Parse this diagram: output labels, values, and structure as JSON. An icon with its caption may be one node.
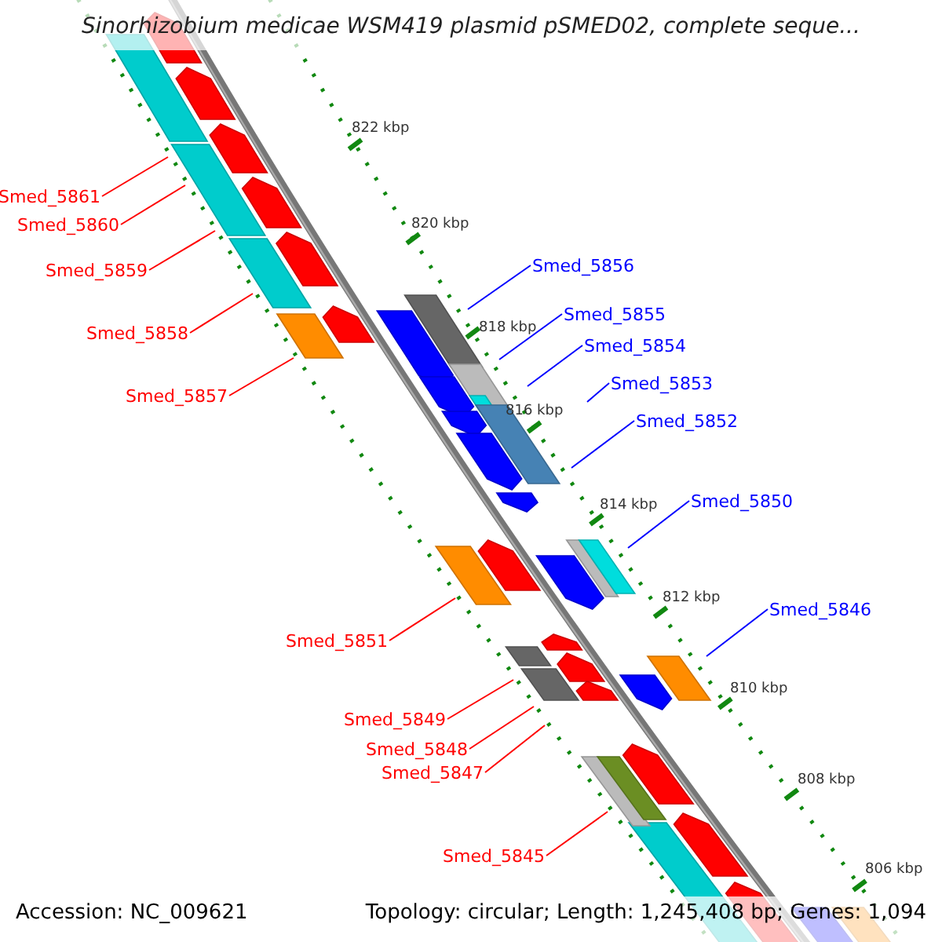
{
  "diagram": {
    "title": "Sinorhizobium medicae WSM419 plasmid pSMED02, complete seque...",
    "nodes": [
      {
        "text": [
          "Smed_5861"
        ]
      },
      {
        "text": [
          "Smed_5860"
        ]
      },
      {
        "text": [
          "Smed_5856"
        ]
      },
      {
        "text": [
          "Smed_5859"
        ]
      },
      {
        "text": [
          "Smed_5855"
        ]
      },
      {
        "text": [
          "Smed_5858"
        ]
      },
      {
        "text": [
          "Smed_5854"
        ]
      },
      {
        "text": [
          "Smed_5853"
        ]
      },
      {
        "text": [
          "Smed_5857"
        ]
      },
      {
        "text": [
          "Smed_5852"
        ]
      },
      {
        "text": [
          "Smed_5850"
        ]
      },
      {
        "text": [
          "Smed_5846"
        ]
      },
      {
        "text": [
          "Smed_5851"
        ]
      },
      {
        "text": [
          "Smed_5849"
        ]
      },
      {
        "text": [
          "Smed_5848"
        ]
      },
      {
        "text": [
          "Smed_5847"
        ]
      },
      {
        "text": [
          "Smed_5845"
        ]
      }
    ],
    "edges": [
      {
        "from": 0,
        "to": null,
        "arrow": "none"
      },
      {
        "from": 1,
        "to": null,
        "arrow": "none"
      },
      {
        "from": 2,
        "to": null,
        "arrow": "none",
        "color": "#0000ff"
      },
      {
        "from": 3,
        "to": null,
        "arrow": "none"
      },
      {
        "from": 4,
        "to": null,
        "arrow": "none",
        "color": "#0000ff"
      },
      {
        "from": 5,
        "to": null,
        "arrow": "none"
      },
      {
        "from": 6,
        "to": null,
        "arrow": "none",
        "color": "#0000ff"
      },
      {
        "from": 7,
        "to": null,
        "arrow": "none",
        "color": "#0000ff"
      },
      {
        "from": 8,
        "to": null,
        "arrow": "none"
      },
      {
        "from": 9,
        "to": null,
        "arrow": "none",
        "color": "#0000ff"
      },
      {
        "from": 10,
        "to": null,
        "arrow": "none",
        "color": "#0000ff"
      },
      {
        "from": 11,
        "to": null,
        "arrow": "none",
        "color": "#0000ff"
      },
      {
        "from": 12,
        "to": null,
        "arrow": "none"
      },
      {
        "from": 13,
        "to": null,
        "arrow": "none"
      },
      {
        "from": 14,
        "to": null,
        "arrow": "none"
      },
      {
        "from": 15,
        "to": null,
        "arrow": "none"
      },
      {
        "from": 16,
        "to": null,
        "arrow": "none"
      }
    ],
    "labels": [
      "822 kbp",
      "820 kbp",
      "818 kbp",
      "816 kbp",
      "814 kbp",
      "812 kbp",
      "810 kbp",
      "808 kbp",
      "806 kbp",
      "Accession: NC_009621",
      "Topology: circular; Length: 1,245,408 bp; Genes: 1,094"
    ]
  }
}
